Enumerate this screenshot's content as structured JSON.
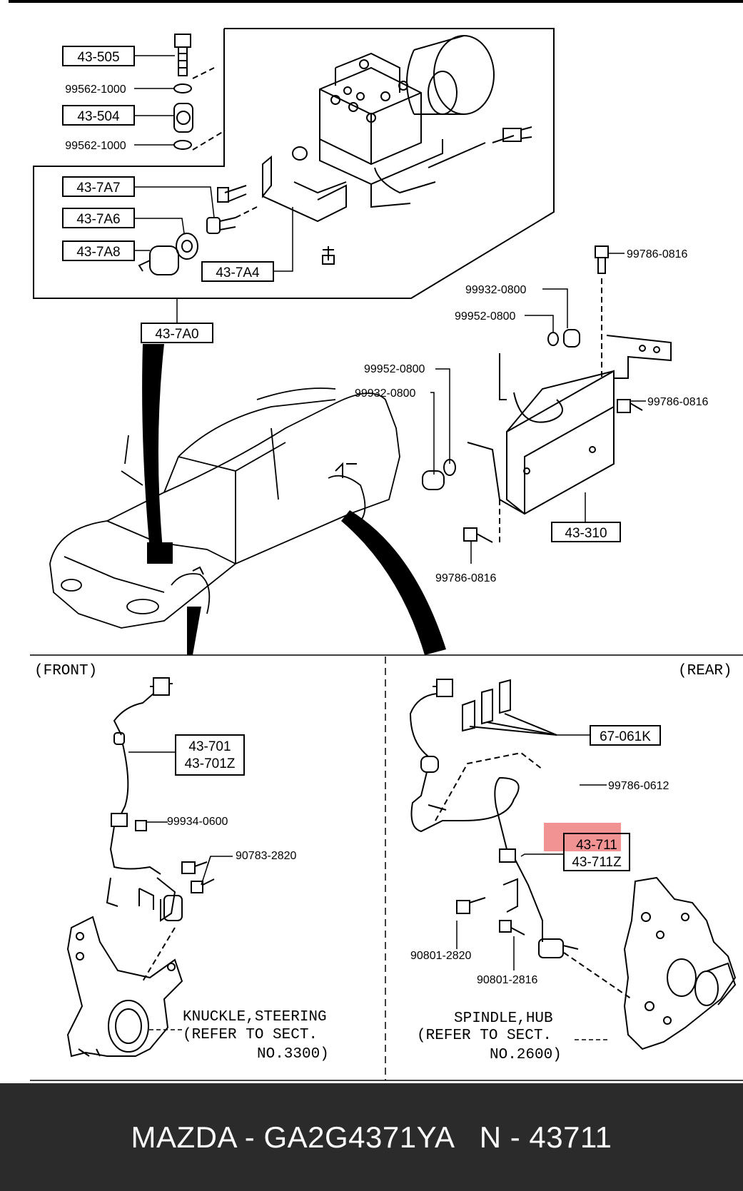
{
  "labels": {
    "p43_505": "43-505",
    "p99562_1000_a": "99562-1000",
    "p43_504": "43-504",
    "p99562_1000_b": "99562-1000",
    "p43_7a7": "43-7A7",
    "p43_7a6": "43-7A6",
    "p43_7a8": "43-7A8",
    "p43_7a4": "43-7A4",
    "p43_7a0": "43-7A0",
    "p99786_0816_a": "99786-0816",
    "p99932_0800_a": "99932-0800",
    "p99952_0800_a": "99952-0800",
    "p99952_0800_b": "99952-0800",
    "p99932_0800_b": "99932-0800",
    "p99786_0816_b": "99786-0816",
    "p43_310": "43-310",
    "p99786_0816_c": "99786-0816",
    "front": "(FRONT)",
    "rear": "(REAR)",
    "p43_701": "43-701",
    "p43_701z": "43-701Z",
    "p99934_0600": "99934-0600",
    "p90783_2820": "90783-2820",
    "knuckle_1": "KNUCKLE,STEERING",
    "knuckle_2": "(REFER TO SECT.",
    "knuckle_3": "NO.3300)",
    "p67_061k": "67-061K",
    "p99786_0612": "99786-0612",
    "p43_711": "43-711",
    "p43_711z": "43-711Z",
    "p90801_2820": "90801-2820",
    "p90801_2816": "90801-2816",
    "spindle_1": "SPINDLE,HUB",
    "spindle_2": "(REFER TO SECT.",
    "spindle_3": "NO.2600)"
  },
  "footer": {
    "text": "MAZDA - GA2G4371YA   N - 43711"
  },
  "colors": {
    "highlight": "#f08080",
    "footer_bg": "#2b2b2b",
    "footer_text": "#ffffff"
  }
}
